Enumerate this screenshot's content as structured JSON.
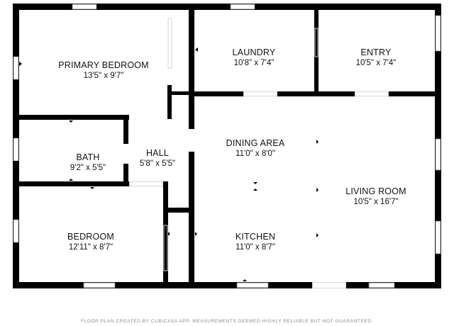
{
  "rooms": {
    "primary_bedroom": {
      "name": "PRIMARY BEDROOM",
      "dims": "13'5\" x 9'7\""
    },
    "laundry": {
      "name": "LAUNDRY",
      "dims": "10'8\" x 7'4\""
    },
    "entry": {
      "name": "ENTRY",
      "dims": "10'5\" x 7'4\""
    },
    "bath": {
      "name": "BATH",
      "dims": "9'2\" x 5'5\""
    },
    "hall": {
      "name": "HALL",
      "dims": "5'8\" x 5'5\""
    },
    "dining_area": {
      "name": "DINING AREA",
      "dims": "11'0\" x 8'0\""
    },
    "living_room": {
      "name": "LIVING ROOM",
      "dims": "10'5\" x 16'7\""
    },
    "bedroom": {
      "name": "BEDROOM",
      "dims": "12'11\" x 8'7\""
    },
    "kitchen": {
      "name": "KITCHEN",
      "dims": "11'0\" x 8'7\""
    }
  },
  "footer_text": "FLOOR PLAN CREATED BY CUBICASA APP. MEASUREMENTS DEEMED HIGHLY RELIABLE BUT NOT GUARANTEED.",
  "colors": {
    "wall": "#000000",
    "background": "#ffffff",
    "footer": "#8a8a8a"
  }
}
